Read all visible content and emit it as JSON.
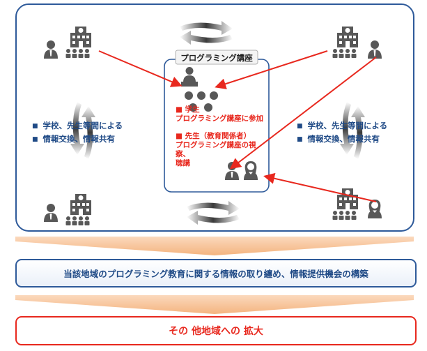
{
  "course_title": "プログラミング講座",
  "left_bullets": [
    "学校、先生等間による",
    "情報交換、情報共有"
  ],
  "right_bullets": [
    "学校、先生等間による",
    "情報交換、情報共有"
  ],
  "student_heading": "■ 学生",
  "student_text": "プログラミング講座に参加",
  "teacher_heading": "■ 先生（教育関係者）",
  "teacher_text_1": "プログラミング講座の視察、",
  "teacher_text_2": "聴講",
  "band_middle": "当該地域のプログラミング教育に関する情報の取り纏め、情報提供機会の構築",
  "band_bottom": "その 他地域への 拡大",
  "colors": {
    "frame": "#2e5a9a",
    "red": "#e8281e",
    "gray": "#585858",
    "navy": "#1f4a86"
  }
}
